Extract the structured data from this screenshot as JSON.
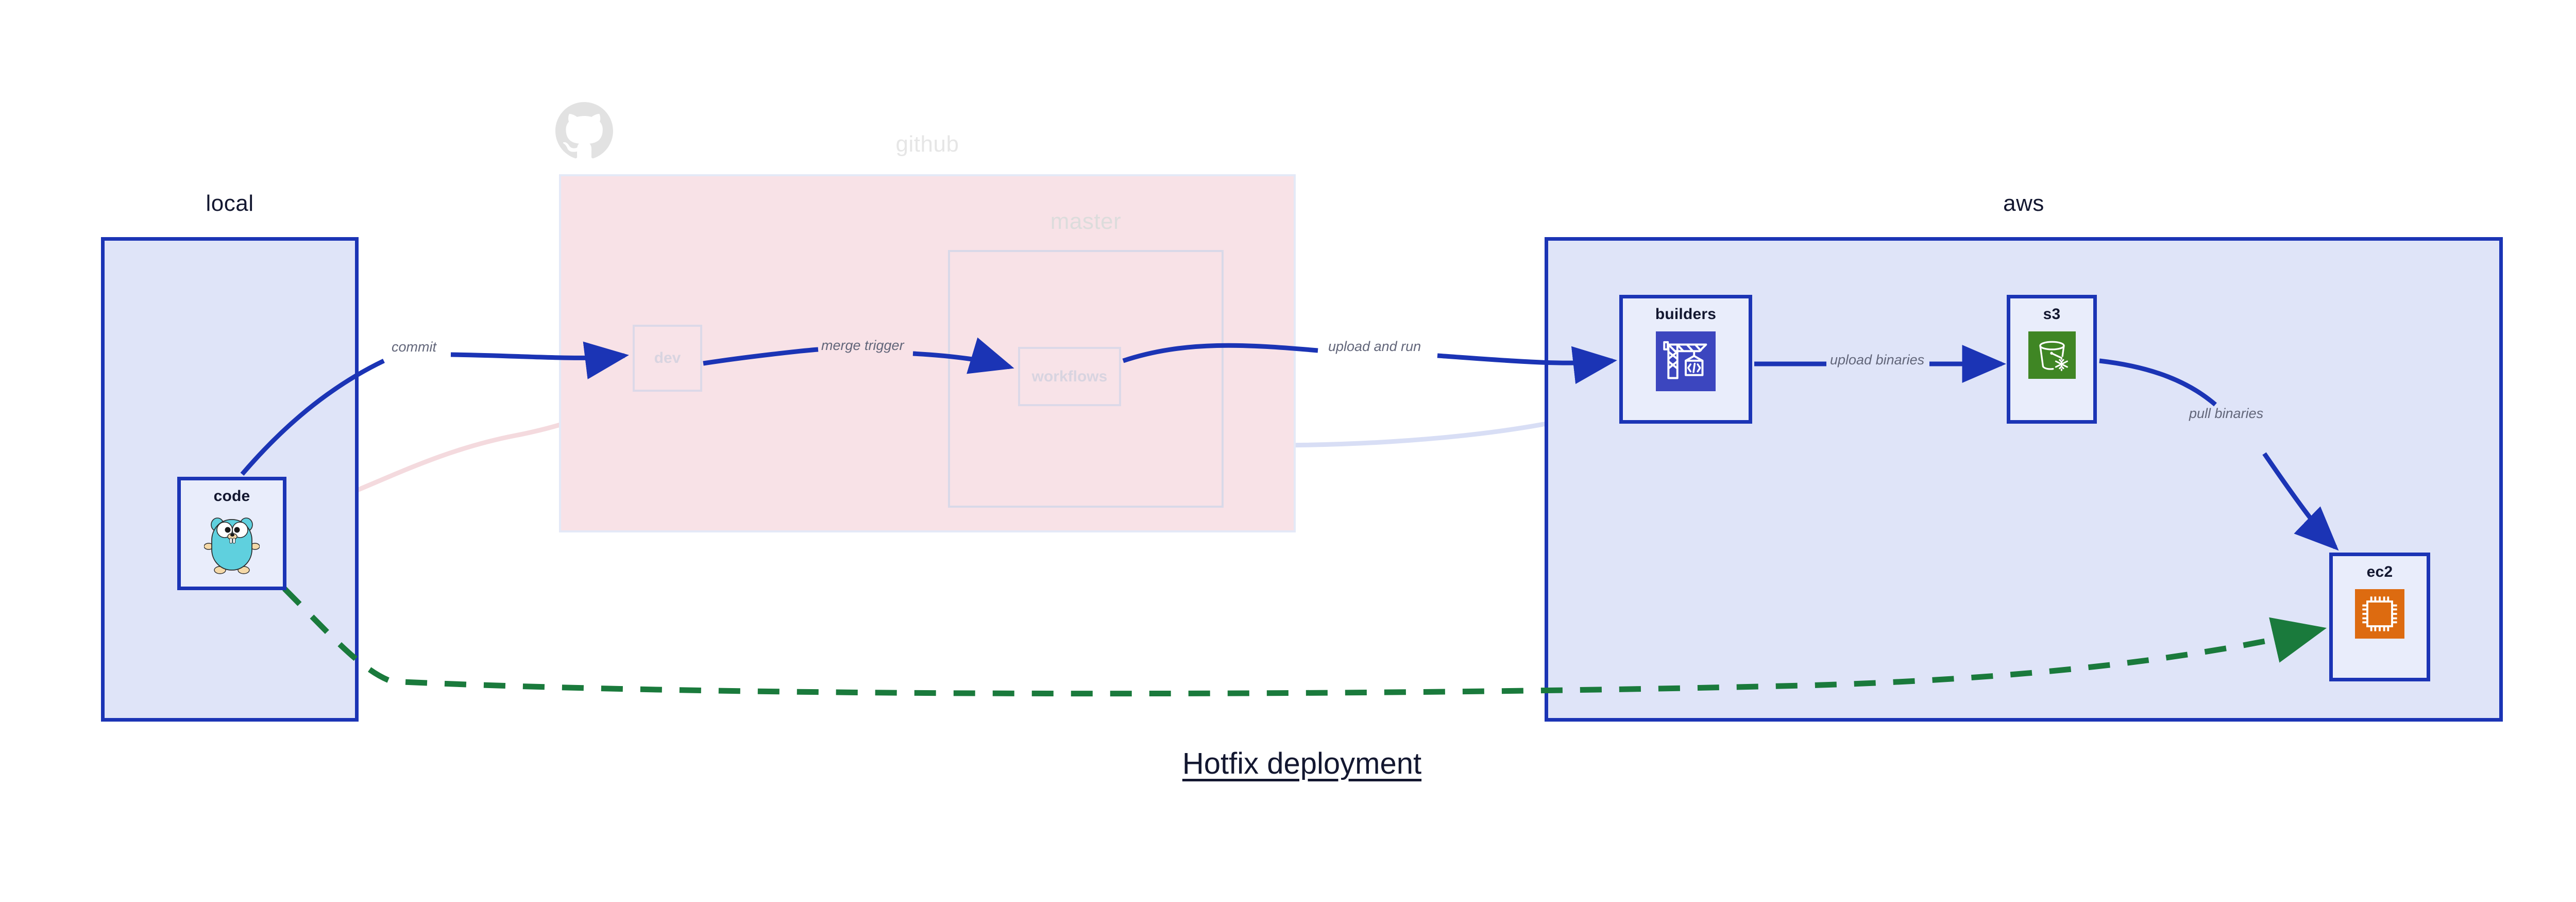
{
  "title": "Hotfix deployment",
  "colors": {
    "cluster_border_blue": "#1b34b5",
    "cluster_fill_blue": "#dfe4f8",
    "cluster_fill_pink": "#f8e2e7",
    "node_fill": "#e9edfb",
    "edge_blue": "#1b34b5",
    "edge_green": "#1a7a3c",
    "edge_label_gray": "#62667a",
    "ghost_gray": "#dcd9e8",
    "aws_codebuild_purple": "#3c46bf",
    "aws_s3_green": "#3f8624",
    "aws_ec2_orange": "#dd6b10",
    "gopher_cyan": "#5fd0de"
  },
  "clusters": [
    {
      "id": "local",
      "label": "local"
    },
    {
      "id": "github",
      "label": "github"
    },
    {
      "id": "master",
      "label": "master"
    },
    {
      "id": "aws",
      "label": "aws"
    }
  ],
  "nodes": [
    {
      "id": "code",
      "label": "code",
      "icon": "go-gopher-icon",
      "cluster": "local"
    },
    {
      "id": "dev",
      "label": "dev",
      "icon": "none",
      "cluster": "github",
      "faded": true
    },
    {
      "id": "workflows",
      "label": "workflows",
      "icon": "none",
      "cluster": "master",
      "faded": true
    },
    {
      "id": "builders",
      "label": "builders",
      "icon": "aws-codebuild-icon",
      "cluster": "aws"
    },
    {
      "id": "s3",
      "label": "s3",
      "icon": "aws-s3-glacier-icon",
      "cluster": "aws"
    },
    {
      "id": "ec2",
      "label": "ec2",
      "icon": "aws-ec2-icon",
      "cluster": "aws"
    }
  ],
  "edges": [
    {
      "id": "commit",
      "label": "commit",
      "from": "code",
      "to": "dev",
      "style": "solid",
      "color": "blue"
    },
    {
      "id": "merge-trigger",
      "label": "merge trigger",
      "from": "dev",
      "to": "workflows",
      "style": "solid",
      "color": "blue"
    },
    {
      "id": "upload-and-run",
      "label": "upload and run",
      "from": "workflows",
      "to": "builders",
      "style": "solid",
      "color": "blue"
    },
    {
      "id": "upload-binaries",
      "label": "upload binaries",
      "from": "builders",
      "to": "s3",
      "style": "solid",
      "color": "blue"
    },
    {
      "id": "pull-binaries",
      "label": "pull binaries",
      "from": "s3",
      "to": "ec2",
      "style": "solid",
      "color": "blue"
    },
    {
      "id": "hotfix-direct",
      "label": "",
      "from": "code",
      "to": "ec2",
      "style": "dashed",
      "color": "green"
    }
  ]
}
